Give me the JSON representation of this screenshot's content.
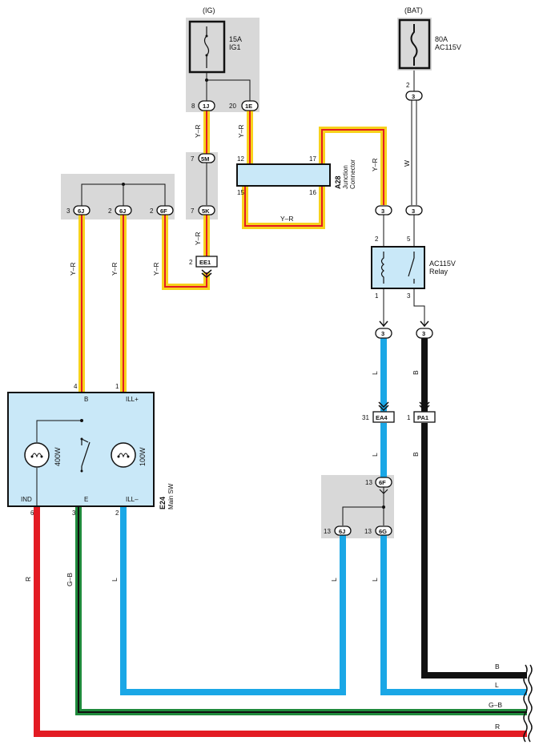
{
  "fuses": {
    "ig": {
      "source": "(IG)",
      "amp": "15A",
      "name": "IG1"
    },
    "bat": {
      "source": "(BAT)",
      "amp": "80A",
      "name": "AC115V"
    }
  },
  "connectors": {
    "c1J": "1J",
    "c1E": "1E",
    "c5M": "5M",
    "c5K": "5K",
    "c6J_left": "6J",
    "c6J_mid": "6J",
    "c6F_top": "6F",
    "cEE1": "EE1",
    "c3_top": "3",
    "c3_mid": "3",
    "c3_left": "3",
    "c3_relay": "3",
    "c3_l": "3",
    "c3_b": "3",
    "cEA4": "EA4",
    "cPA1": "PA1",
    "c6F_bottom": "6F",
    "c6J_bottom": "6J",
    "c6G": "6G"
  },
  "pins": {
    "p8": "8",
    "p20": "20",
    "p7a": "7",
    "p7b": "7",
    "p2_bat": "2",
    "p3a": "3",
    "p2a": "2",
    "p2b": "2",
    "p2_ee1": "2",
    "p12": "12",
    "p15": "15",
    "p17": "17",
    "p16": "16",
    "relay_2": "2",
    "relay_5": "5",
    "relay_1": "1",
    "relay_3": "3",
    "p31": "31",
    "p1_pa1": "1",
    "p13a": "13",
    "p13b": "13",
    "p13c": "13",
    "sw_4": "4",
    "sw_1": "1",
    "sw_6": "6",
    "sw_3": "3",
    "sw_2": "2"
  },
  "junction": {
    "code": "A28",
    "name": "Junction",
    "name2": "Connector"
  },
  "relay": {
    "name": "AC115V",
    "label": "Relay"
  },
  "main_switch": {
    "code": "E24",
    "name": "Main SW",
    "term_b": "B",
    "term_ill_plus": "ILL+",
    "term_ind": "IND",
    "term_e": "E",
    "term_ill_minus": "ILL–",
    "lamp_left": "400W",
    "lamp_right": "100W"
  },
  "wire_labels": {
    "yr_1j": "Y–R",
    "yr_1e": "Y–R",
    "yr_5mk": "Y–R",
    "yr_junction": "Y–R",
    "yr_relay": "Y–R",
    "yr_6j_left": "Y–R",
    "yr_6j_mid": "Y–R",
    "yr_6f": "Y–R",
    "w_bat": "W",
    "l_relay": "L",
    "b_relay": "B",
    "l_ea4": "L",
    "b_pa1": "B",
    "r_ind": "R",
    "gb_e": "G–B",
    "l_ill": "L",
    "l_6j": "L",
    "l_6g": "L",
    "out_b": "B",
    "out_l": "L",
    "out_gb": "G–B",
    "out_r": "R"
  },
  "colors": {
    "yellow": "#f7d21c",
    "red": "#e31b23",
    "blue": "#1aa7e6",
    "green": "#1f8a3c",
    "black": "#111111",
    "shade": "#d8d8d8",
    "component": "#c9e8f8"
  }
}
